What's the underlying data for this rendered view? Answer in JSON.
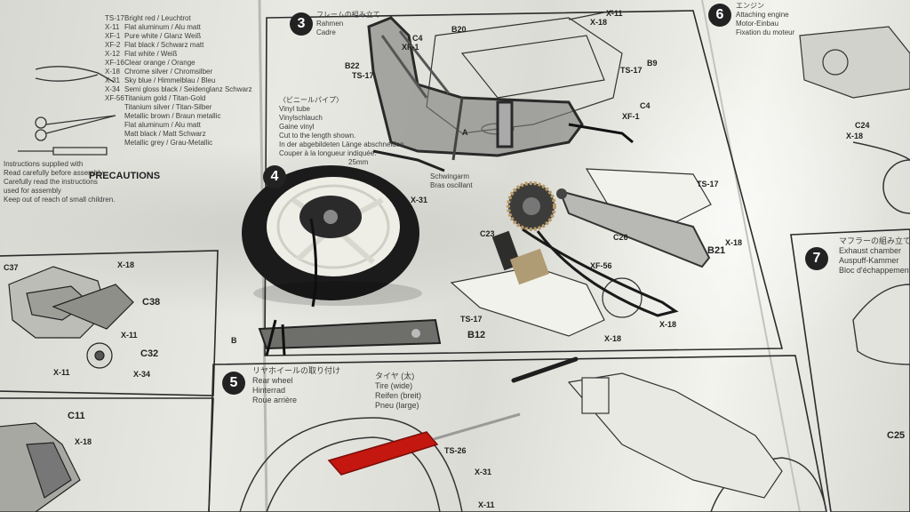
{
  "left_page": {
    "color_list": [
      "Bright red / Leuchtrot",
      "Flat aluminum / Alu matt",
      "Pure white / Glanz Weiß",
      "Flat black / Schwarz matt",
      "Flat white / Weiß",
      "Clear orange / Orange",
      "Chrome silver / Chromsilber",
      "Sky blue / Himmelblau / Bleu",
      "Semi gloss black / Seidenglanz Schwarz",
      "Titanium gold / Titan-Gold",
      "Titanium silver / Titan-Silber",
      "Metallic brown / Braun metallic",
      "Flat aluminum / Alu matt",
      "Matt black / Matt Schwarz",
      "Metallic grey / Grau-Metallic"
    ],
    "codes": [
      "TS-17",
      "X-11",
      "XF-1",
      "XF-2",
      "X-12",
      "XF-16",
      "X-18",
      "X-31",
      "X-34",
      "XF-56"
    ],
    "precautions_title": "PRECAUTIONS",
    "precautions_text": [
      "Instructions supplied with",
      "Read carefully before assembly.",
      "Carefully read the instructions",
      "used for assembly",
      "Keep out of reach of small children."
    ],
    "parts": {
      "c37": "C37",
      "c38": "C38",
      "c32": "C32",
      "c11": "C11",
      "x18a": "X-18",
      "x11a": "X-11",
      "x11b": "X-11",
      "x34": "X-34",
      "x18b": "X-18"
    }
  },
  "step3": {
    "number": "3",
    "title_jp": "フレームの組み立て",
    "title_de": "Rahmen",
    "title_fr": "Cadre",
    "parts": [
      "B20",
      "C4",
      "XF-1",
      "B22",
      "TS-17",
      "B9",
      "TS-17",
      "C4",
      "XF-1",
      "X-11",
      "X-18"
    ],
    "vinyl": {
      "jp": "〈ビニールパイプ〉",
      "en": "Vinyl tube",
      "de": "Vinylschlauch",
      "fr": "Gaine vinyl",
      "note_en": "Cut to the length shown.",
      "note_de": "In der abgebildeten Länge abschneiden.",
      "note_fr": "Couper à la longueur indiquée.",
      "scale": "25mm"
    },
    "marker_a": "A"
  },
  "step4": {
    "number": "4",
    "schwingarm": "Schwingarm",
    "bras": "Bras oscillant",
    "parts": [
      "X-31",
      "C23",
      "C26",
      "B21",
      "TS-17",
      "X-18",
      "B12",
      "TS-17",
      "XF-56",
      "X-18",
      "X-18"
    ],
    "marker_b": "B"
  },
  "step5": {
    "number": "5",
    "title_jp": "リヤホイールの取り付け",
    "en": "Rear wheel",
    "de": "Hinterrad",
    "fr": "Roue arrière",
    "tire_jp": "タイヤ (太)",
    "tire_en": "Tire (wide)",
    "tire_de": "Reifen (breit)",
    "tire_fr": "Pneu (large)",
    "parts": [
      "TS-26",
      "X-31",
      "X-11"
    ]
  },
  "step6": {
    "number": "6",
    "title_jp": "エンジン",
    "en": "Attaching engine",
    "de": "Motor-Einbau",
    "fr": "Fixation du moteur",
    "parts": [
      "C24",
      "X-18"
    ]
  },
  "step7": {
    "number": "7",
    "title_jp": "マフラーの組み立て",
    "en": "Exhaust chamber",
    "de": "Auspuff-Kammer",
    "fr": "Bloc d'échappement"
  },
  "bottom_right": {
    "part": "C25"
  },
  "colors": {
    "paper": "#e6e6e1",
    "ink": "#222222",
    "tire": "#1d1d1d",
    "wheel": "#f1efe6",
    "screwdriver": "#c4170f"
  }
}
